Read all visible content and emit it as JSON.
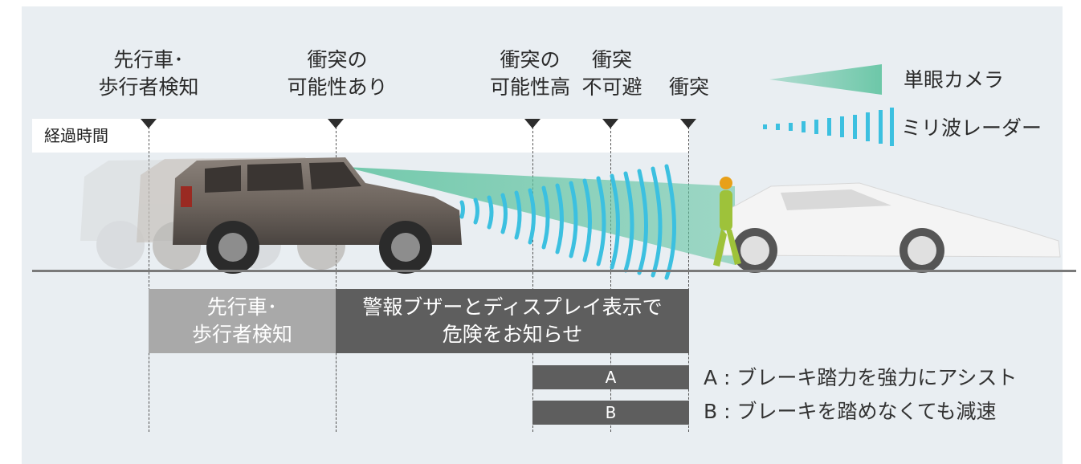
{
  "timeline": {
    "label": "経過時間",
    "events": [
      {
        "id": "detect",
        "label": "先行車･\n歩行者検知"
      },
      {
        "id": "possible",
        "label": "衝突の\n可能性あり"
      },
      {
        "id": "high",
        "label": "衝突の\n可能性高"
      },
      {
        "id": "unavoidable",
        "label": "衝突\n不可避"
      },
      {
        "id": "collision",
        "label": "衝突"
      }
    ]
  },
  "legend": {
    "camera": "単眼カメラ",
    "radar": "ミリ波レーダー"
  },
  "phases": {
    "detect": "先行車･\n歩行者検知",
    "warning": "警報ブザーとディスプレイ表示で\n危険をお知らせ",
    "a_label": "A",
    "b_label": "B"
  },
  "notes": {
    "a": "A : ブレーキ踏力を強力にアシスト",
    "b": "B : ブレーキを踏めなくても減速"
  },
  "colors": {
    "panel": "#e9eef2",
    "camera": "#5fc3a0",
    "radar": "#3cc0e0",
    "box_light": "#a9a9a9",
    "box_dark": "#5e5e5e"
  }
}
